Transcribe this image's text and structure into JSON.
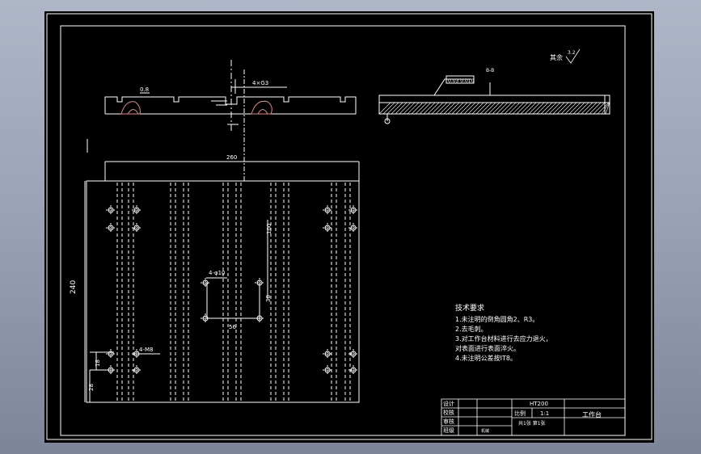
{
  "drawing": {
    "roughness_note": "其余",
    "roughness_symbol": "3.2",
    "section_label": "B-B",
    "callout_top": "0.8",
    "slot_callout": "4×G3",
    "tol_box": "0.03 0.010",
    "dims": {
      "width_top": "260",
      "height_left": "240",
      "vert_100": "100",
      "vert_38": "38",
      "horiz_56": "56",
      "small_18": "18",
      "small_28": "28",
      "hole_label": "4-φ10",
      "hole_label2": "4-M8"
    },
    "notes": {
      "title": "技术要求",
      "lines": [
        "1.未注明的倒角圆角2、R3。",
        "2.去毛刺。",
        "3.对工作台材料进行去应力退火，",
        "对表面进行表面淬火。",
        "4.未注明公差按IT8。"
      ]
    },
    "title_block": {
      "material": "HT200",
      "scale_label": "比例",
      "scale_value": "1:1",
      "part_name": "工作台",
      "sheets": "共1张 第1张",
      "rows": [
        "设计",
        "校核",
        "审核",
        "班级"
      ],
      "class_value": "机械"
    }
  }
}
